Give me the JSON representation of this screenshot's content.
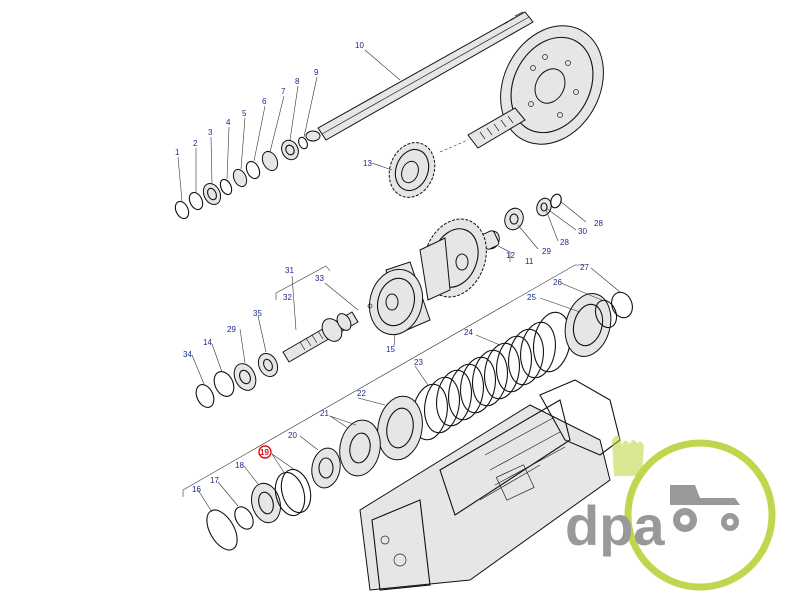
{
  "labels": {
    "n1": "1",
    "n2": "2",
    "n3": "3",
    "n4": "4",
    "n5": "5",
    "n6": "6",
    "n7": "7",
    "n8": "8",
    "n9": "9",
    "n10": "10",
    "n11": "11",
    "n12": "12",
    "n13": "13",
    "n14": "14",
    "n15": "15",
    "n16": "16",
    "n17": "17",
    "n18": "18",
    "n19": "19",
    "n20": "20",
    "n21": "21",
    "n22": "22",
    "n23": "23",
    "n24": "24",
    "n25": "25",
    "n26": "26",
    "n27": "27",
    "n28a": "28",
    "n28b": "28",
    "n29a": "29",
    "n29b": "29",
    "n30": "30",
    "n31": "31",
    "n32": "32",
    "n33": "33",
    "n34": "34",
    "n35": "35"
  },
  "highlight_label": "19",
  "logo": {
    "text": "dpa",
    "colors": {
      "green": "#b5d334",
      "gray": "#8c8c8c"
    }
  }
}
